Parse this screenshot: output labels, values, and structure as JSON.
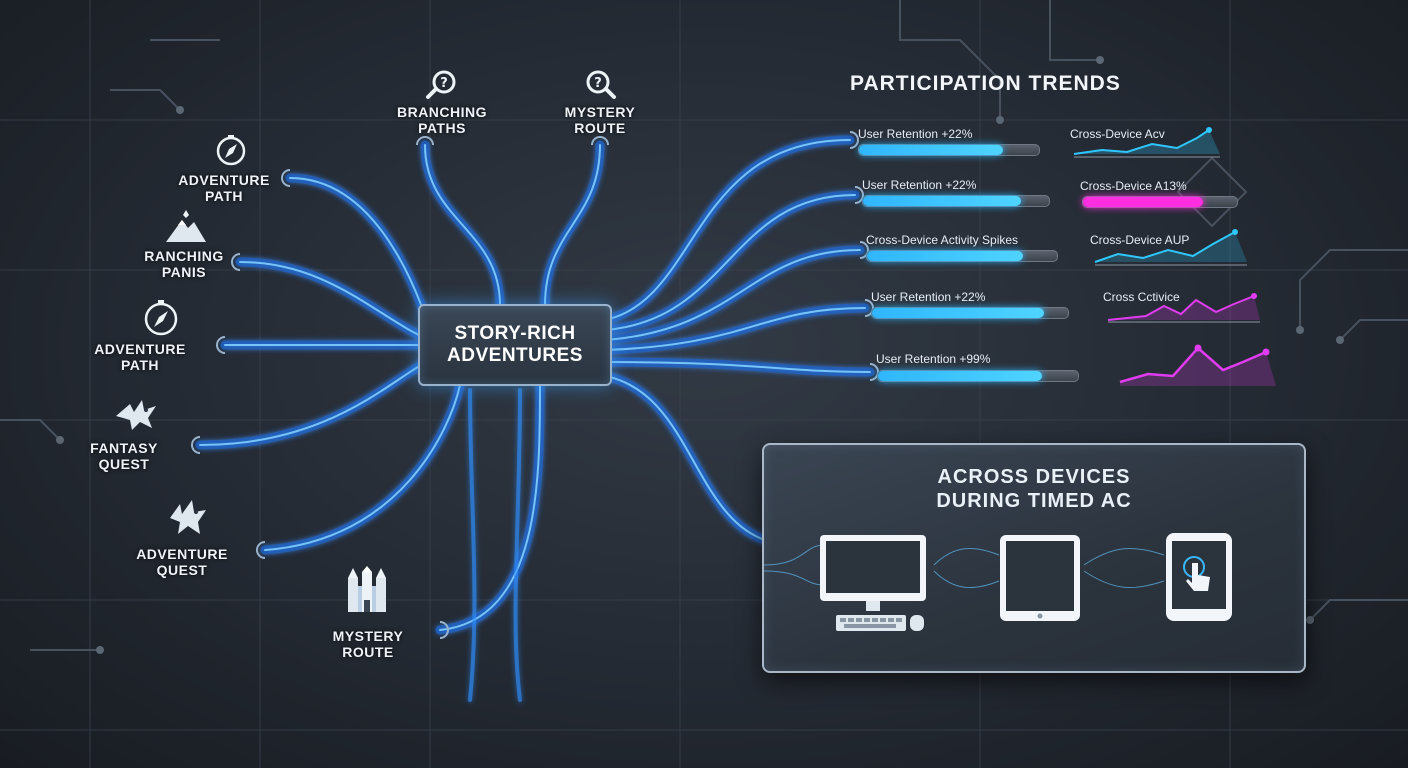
{
  "diagram": {
    "hub": {
      "line1": "STORY-RICH",
      "line2": "ADVENTURES"
    },
    "top_nodes": [
      {
        "icon": "magnifier-question-icon",
        "line1": "BRANCHING",
        "line2": "PATHS"
      },
      {
        "icon": "magnifier-question-icon",
        "line1": "MYSTERY",
        "line2": "ROUTE"
      }
    ],
    "left_nodes": [
      {
        "icon": "compass-icon",
        "line1": "ADVENTURE",
        "line2": "PATH"
      },
      {
        "icon": "mountain-icon",
        "line1": "RANCHING",
        "line2": "PANIS"
      },
      {
        "icon": "compass-icon",
        "line1": "ADVENTURE",
        "line2": "PATH"
      },
      {
        "icon": "dragon-icon",
        "line1": "FANTASY",
        "line2": "QUEST"
      },
      {
        "icon": "dragon-icon",
        "line1": "ADVENTURE",
        "line2": "QUEST"
      },
      {
        "icon": "castle-icon",
        "line1": "MYSTERY",
        "line2": "ROUTE"
      }
    ]
  },
  "trends": {
    "title": "PARTICIPATION TRENDS",
    "metrics": [
      {
        "label": "User Retention +22%",
        "fill": 0.8,
        "color": "#2fb6ff"
      },
      {
        "label": "User Retention +22%",
        "fill": 0.85,
        "color": "#2fb6ff"
      },
      {
        "label": "Cross-Device Activity Spikes",
        "fill": 0.82,
        "color": "#2fb6ff"
      },
      {
        "label": "User Retention +22%",
        "fill": 0.88,
        "color": "#2fb6ff"
      },
      {
        "label": "User Retention +99%",
        "fill": 0.82,
        "color": "#2fb6ff"
      }
    ],
    "sparks": [
      {
        "label": "Cross-Device Acv",
        "kind": "line",
        "color": "#2ec7ff"
      },
      {
        "label": "Cross-Device A13%",
        "kind": "bar",
        "color": "#ff2ee0",
        "fill": 0.78
      },
      {
        "label": "Cross-Device AUP",
        "kind": "line",
        "color": "#2ec7ff"
      },
      {
        "label": "Cross Cctivice",
        "kind": "line",
        "color": "#e23cf2"
      },
      {
        "label": "",
        "kind": "line",
        "color": "#e23cf2"
      }
    ]
  },
  "devices_panel": {
    "line1": "ACROSS DEVICES",
    "line2": "DURING TIMED AC",
    "devices": [
      {
        "icon": "desktop-computer-icon"
      },
      {
        "icon": "tablet-icon"
      },
      {
        "icon": "smartphone-touch-icon"
      }
    ]
  },
  "colors": {
    "flow": "#2f8fff",
    "flow_glow": "#7fd0ff",
    "accent_cyan": "#2fb6ff",
    "accent_magenta": "#ff2ee0"
  }
}
